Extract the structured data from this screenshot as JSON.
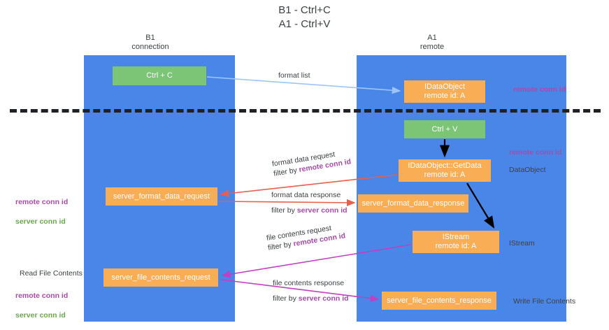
{
  "title": "B1 - Ctrl+C\nA1 - Ctrl+V",
  "columns": {
    "left": "B1\nconnection",
    "right": "A1\nremote"
  },
  "nodes": {
    "ctrl_c": "Ctrl + C",
    "idataobject": "IDataObject\nremote id: A",
    "ctrl_v": "Ctrl + V",
    "getdata": "IDataObject::GetData\nremote id: A",
    "server_format_data_request": "server_format_data_request",
    "server_format_data_response": "server_format_data_response",
    "istream": "IStream\nremote id: A",
    "server_file_contents_request": "server_file_contents_request",
    "server_file_contents_response": "server_file_contents_response"
  },
  "edges": {
    "format_list": "format list",
    "format_data_request_line1": "format data request",
    "format_data_request_line2_prefix": "filter by ",
    "format_data_request_line2_key": "remote conn id",
    "format_data_response_line1": "format data response",
    "format_data_response_line2_prefix": "filter by ",
    "format_data_response_line2_key": "server conn id",
    "file_contents_request_line1": "file contents request",
    "file_contents_request_line2_prefix": "filter by ",
    "file_contents_request_line2_key": "remote conn id",
    "file_contents_response_line1": "file contents response",
    "file_contents_response_line2_prefix": "filter by ",
    "file_contents_response_line2_key": "server conn id"
  },
  "annotations": {
    "remote_conn_id_top": "remote conn id",
    "remote_conn_id_mid": "remote conn id",
    "dataobject": "DataObject",
    "istream": "IStream",
    "write_file_contents": "Write File Contents",
    "read_file_contents": "Read File Contents",
    "left_remote_conn_id": "remote conn id",
    "left_server_conn_id": "server conn id",
    "left_remote_conn_id_2": "remote conn id",
    "left_server_conn_id_2": "server conn id"
  },
  "colors": {
    "lane": "#4a86e8",
    "green_node": "#7cc576",
    "orange_node": "#f9ad55",
    "remote_key": "#a64ca6",
    "server_key": "#6aa84f",
    "divider": "#202124",
    "arrow_blue": "#9fc5f8",
    "arrow_red": "#e8604c",
    "arrow_magenta": "#c13fc1",
    "arrow_black": "#000000"
  }
}
